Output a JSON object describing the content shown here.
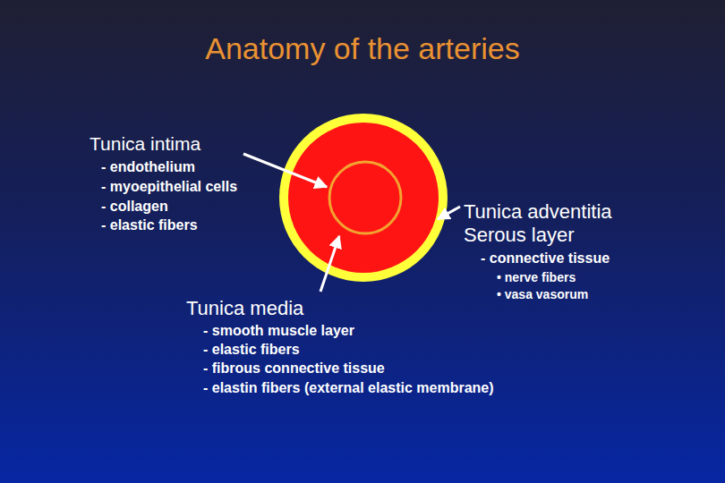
{
  "diagram": {
    "title": "Anatomy of the arteries",
    "labels": [
      "Tunica intima",
      "- endothelium",
      "- myoepithelial cells",
      "- collagen",
      "- elastic fibers",
      "Tunica adventitia",
      "Serous layer",
      "- connective tissue",
      "• nerve fibers",
      "• vasa vasorum",
      "Tunica media",
      "- smooth muscle layer",
      "- elastic fibers",
      "- fibrous connective tissue",
      "- elastin fibers (external elastic membrane)"
    ]
  }
}
